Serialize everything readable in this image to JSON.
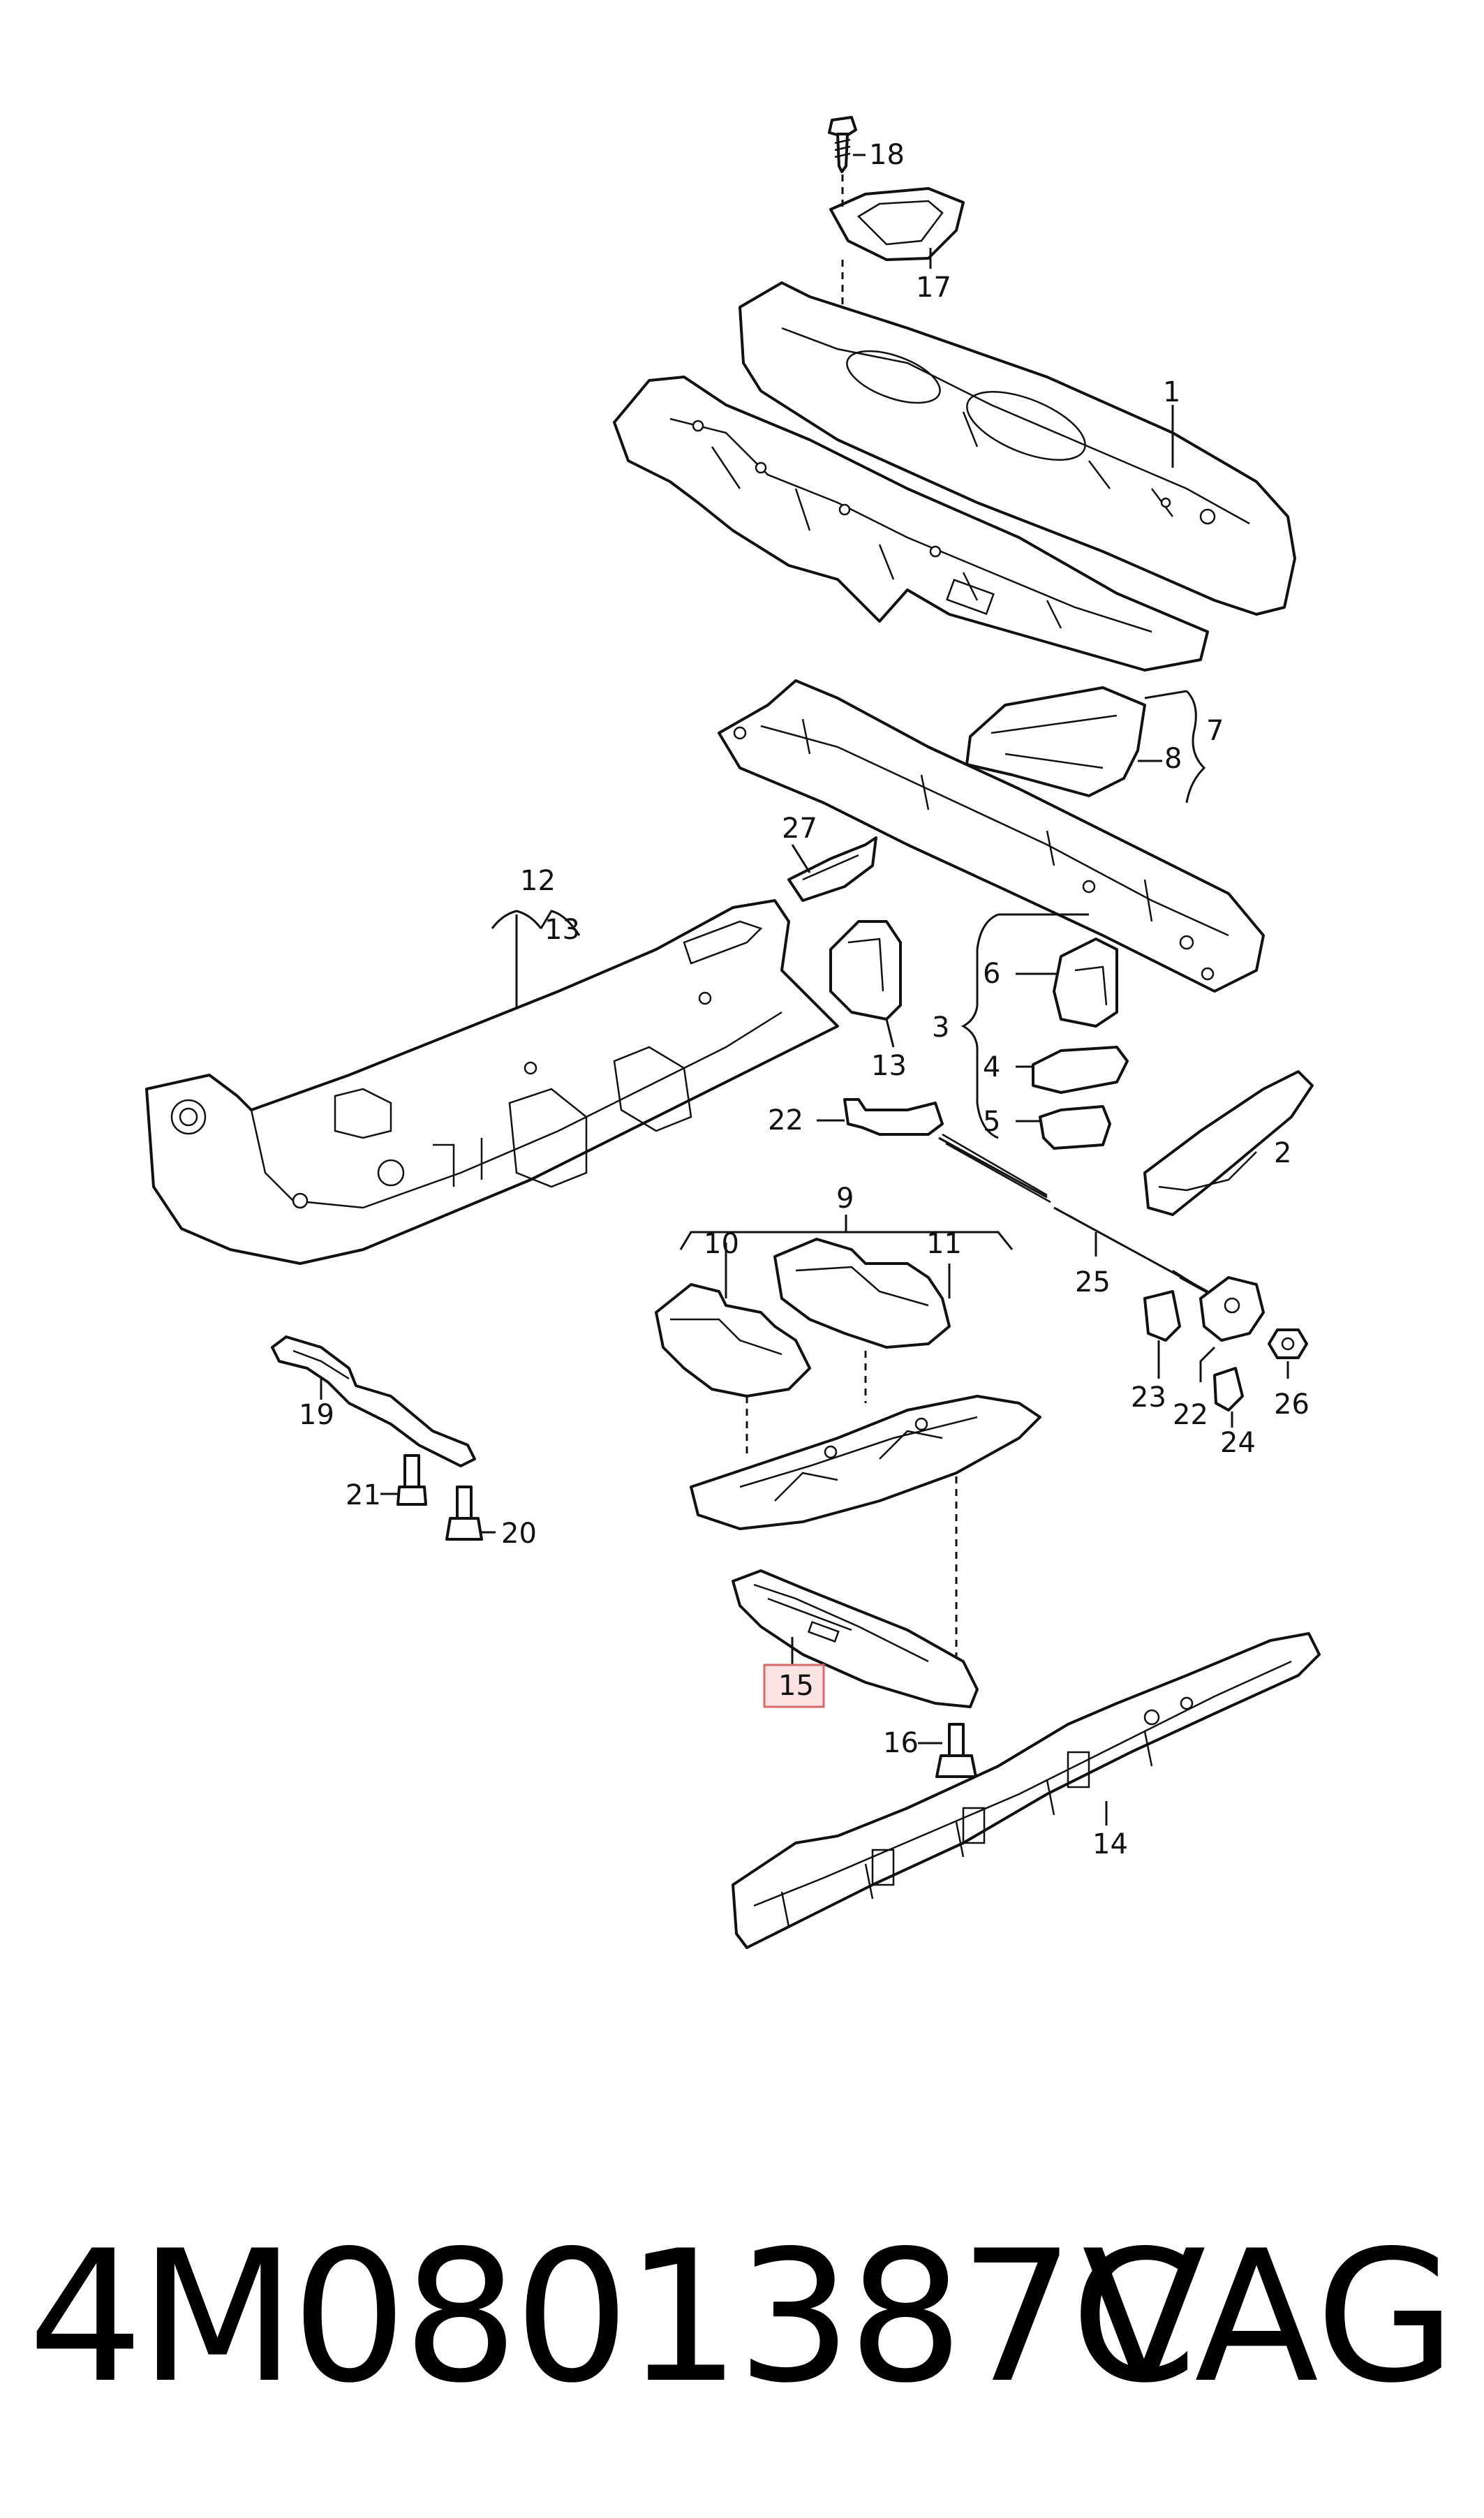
{
  "diagram": {
    "callouts": [
      {
        "id": "c18",
        "text": "18"
      },
      {
        "id": "c17",
        "text": "17"
      },
      {
        "id": "c1",
        "text": "1"
      },
      {
        "id": "c7",
        "text": "7"
      },
      {
        "id": "c8",
        "text": "8"
      },
      {
        "id": "c27",
        "text": "27"
      },
      {
        "id": "c12",
        "text": "12"
      },
      {
        "id": "c13a",
        "text": "13"
      },
      {
        "id": "c13b",
        "text": "13"
      },
      {
        "id": "c6",
        "text": "6"
      },
      {
        "id": "c3",
        "text": "3"
      },
      {
        "id": "c4",
        "text": "4"
      },
      {
        "id": "c5",
        "text": "5"
      },
      {
        "id": "c2",
        "text": "2"
      },
      {
        "id": "c22a",
        "text": "22"
      },
      {
        "id": "c9",
        "text": "9"
      },
      {
        "id": "c10",
        "text": "10"
      },
      {
        "id": "c11",
        "text": "11"
      },
      {
        "id": "c25",
        "text": "25"
      },
      {
        "id": "c19",
        "text": "19"
      },
      {
        "id": "c21",
        "text": "21"
      },
      {
        "id": "c20",
        "text": "20"
      },
      {
        "id": "c23",
        "text": "23"
      },
      {
        "id": "c22b",
        "text": "22"
      },
      {
        "id": "c24",
        "text": "24"
      },
      {
        "id": "c26",
        "text": "26"
      },
      {
        "id": "c15",
        "text": "15"
      },
      {
        "id": "c16",
        "text": "16"
      },
      {
        "id": "c14",
        "text": "14"
      }
    ],
    "highlighted_part": "15"
  },
  "footer": {
    "part_number": "4M0801387C",
    "manufacturer": "VAG"
  }
}
